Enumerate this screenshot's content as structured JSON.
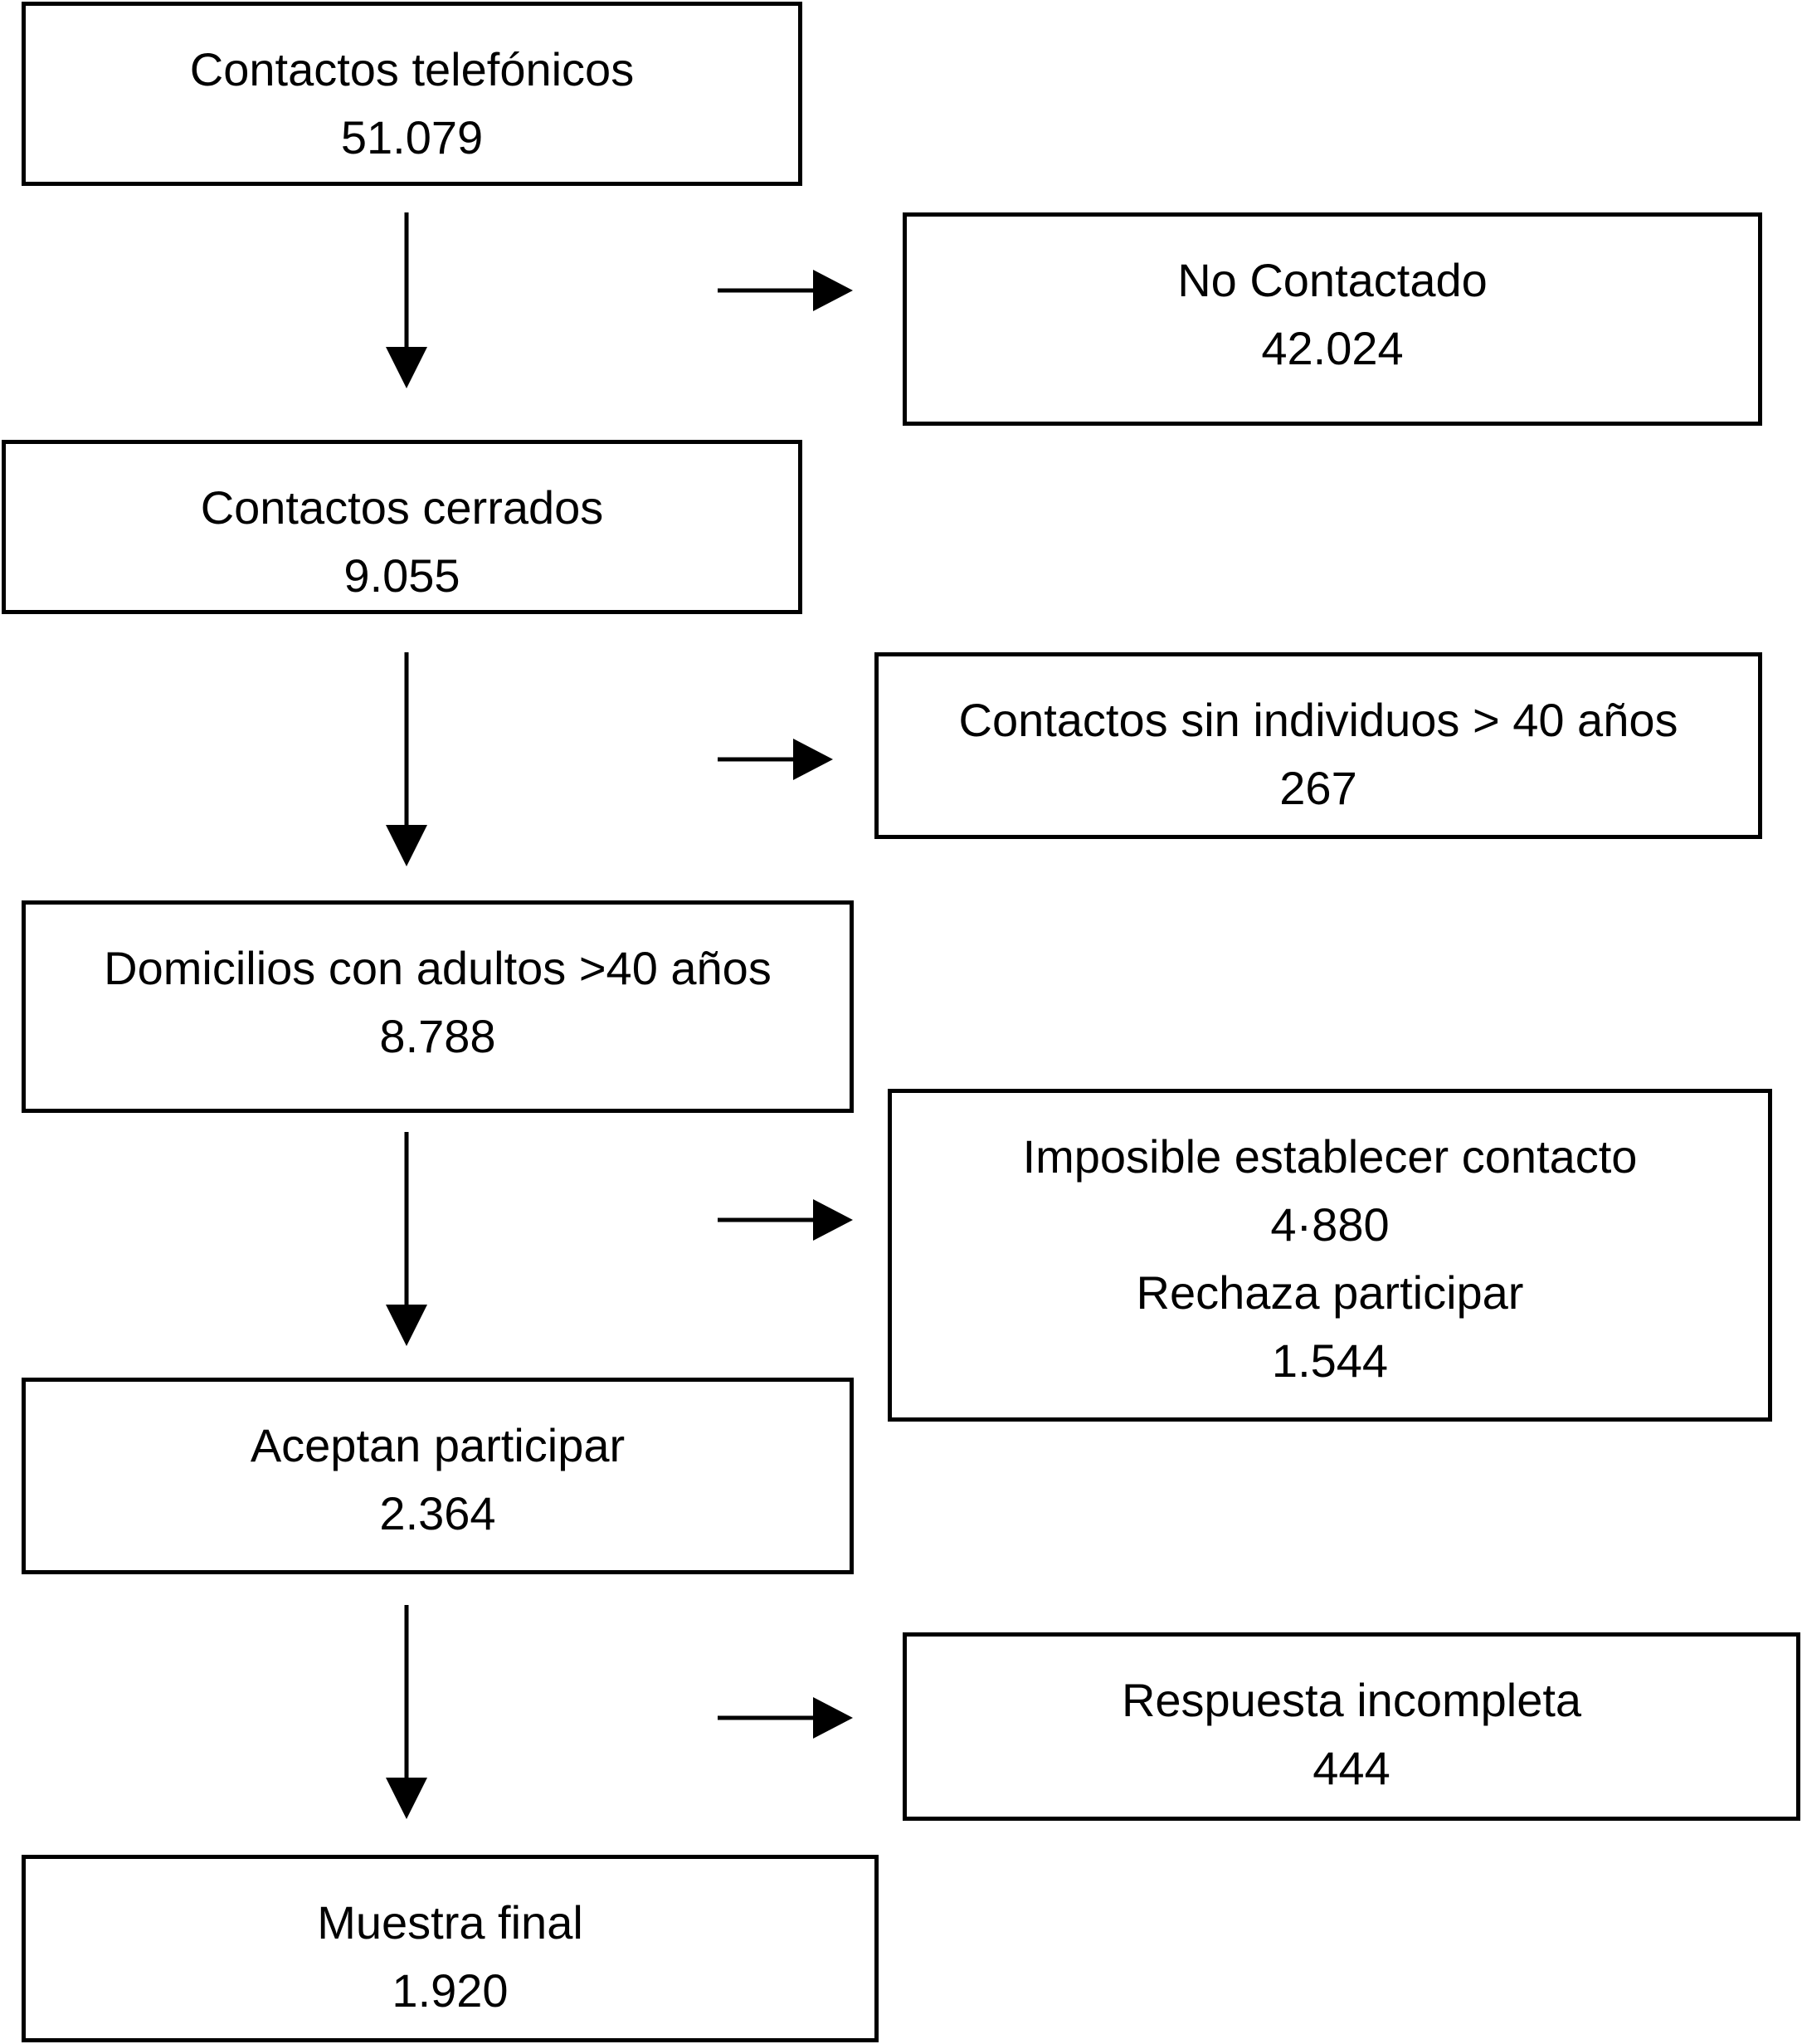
{
  "main_flow": [
    {
      "label": "Contactos telefónicos",
      "value": "51.079"
    },
    {
      "label": "Contactos cerrados",
      "value": "9.055"
    },
    {
      "label": "Domicilios con adultos >40 años",
      "value": "8.788"
    },
    {
      "label": "Aceptan participar",
      "value": "2.364"
    },
    {
      "label": "Muestra final",
      "value": "1.920"
    }
  ],
  "exclusions": [
    {
      "label": "No Contactado",
      "value": "42.024"
    },
    {
      "label": "Contactos sin individuos > 40 años",
      "value": "267"
    },
    {
      "label": "Imposible establecer contacto",
      "value": "4·880",
      "label2": "Rechaza participar",
      "value2": "1.544"
    },
    {
      "label": "Respuesta incompleta",
      "value": "444"
    }
  ],
  "colors": {
    "stroke": "#000000",
    "background": "#ffffff",
    "text": "#000000"
  }
}
